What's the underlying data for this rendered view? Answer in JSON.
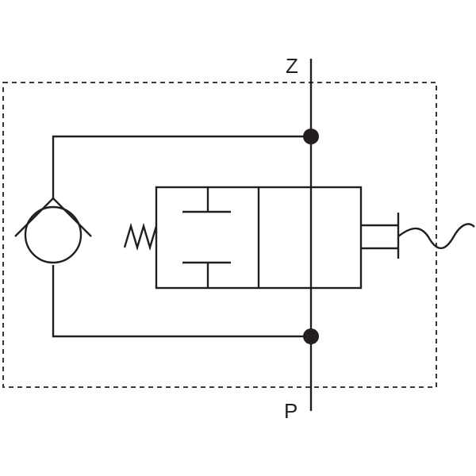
{
  "diagram": {
    "type": "hydraulic-schematic",
    "ports": {
      "top": "Z",
      "bottom": "P"
    },
    "components": [
      "enclosure-dashed",
      "check-valve",
      "two-position-valve",
      "spring",
      "solenoid-actuator",
      "junction-node-top",
      "junction-node-bottom"
    ],
    "colors": {
      "line": "#231f20",
      "background": "#ffffff"
    }
  }
}
